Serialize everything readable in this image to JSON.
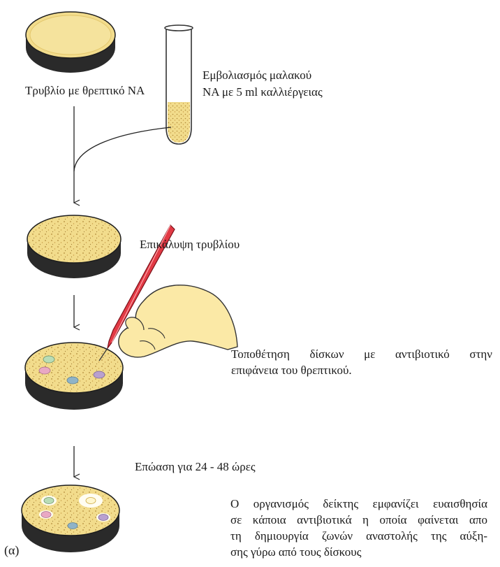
{
  "steps": {
    "plate_label": "Τρυβλίο με θρεπτικό ΝΑ",
    "inoculation_line1": "Εμβολιασμός μαλακού",
    "inoculation_line2": "ΝΑ με 5 ml καλλιέργειας",
    "coating_label": "Επικάλυψη τρυβλίου",
    "discs_line1": "Τοποθέτηση δίσκων με αντιβιοτικό στην",
    "discs_line2": "επιφάνεια του θρεπτικού.",
    "incubation_label": "Επώαση για 24 - 48 ώρες",
    "result_line1": "Ο οργανισμός δείκτης εμφανίζει ευαισθησία",
    "result_line2": "σε κάποια αντιβιοτικά η οποία φαίνεται απο",
    "result_line3": "τη δημιουργία ζωνών αναστολής της αύξη-",
    "result_line4": "σης γύρω από τους δίσκους"
  },
  "panel_label": "(α)",
  "colors": {
    "agar": "#f2dc8c",
    "agar_edge": "#e3c66b",
    "plate_side": "#2a2a2a",
    "dots": "#b08a3a",
    "skin": "#fbe9a6",
    "pencil": "#e23a45",
    "disc_pink": "#e9a8c4",
    "disc_green": "#b9ddb6",
    "disc_blue": "#8fb3c7",
    "disc_purple": "#b9a0cf",
    "zone": "#fffdf2"
  }
}
